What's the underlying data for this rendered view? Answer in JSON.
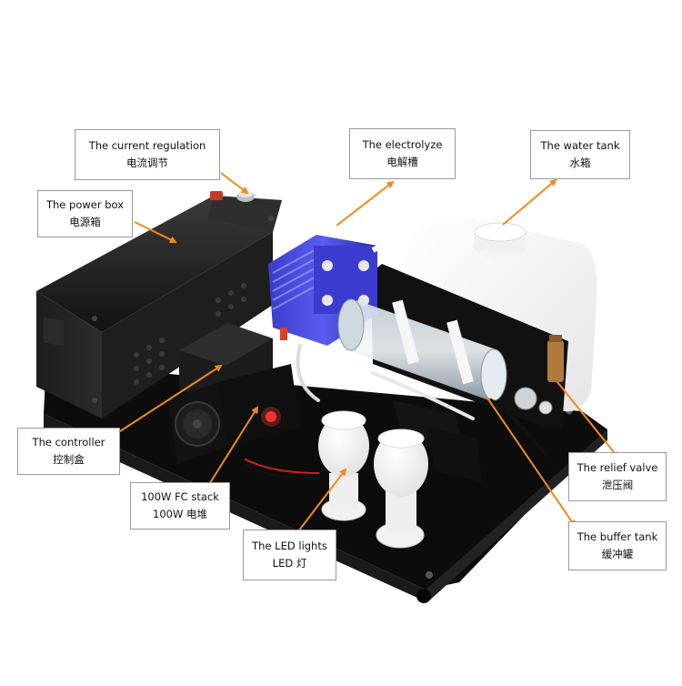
{
  "image": {
    "background": "#ffffff",
    "callout_color": "#f08a1c"
  },
  "labels": {
    "current_regulation": {
      "en": "The current regulation",
      "zh": "电流调节"
    },
    "power_box": {
      "en": "The power box",
      "zh": "电源箱"
    },
    "electrolyze": {
      "en": "The electrolyze",
      "zh": "电解槽"
    },
    "water_tank": {
      "en": "The water tank",
      "zh": "水箱"
    },
    "controller": {
      "en": "The controller",
      "zh": "控制盒"
    },
    "fc_stack": {
      "en": "100W FC stack",
      "zh": "100W 电堆"
    },
    "led_lights": {
      "en": "The LED lights",
      "zh": "LED 灯"
    },
    "relief_valve": {
      "en": "The relief valve",
      "zh": "泄压阀"
    },
    "buffer_tank": {
      "en": "The buffer tank",
      "zh": "缓冲罐"
    }
  }
}
